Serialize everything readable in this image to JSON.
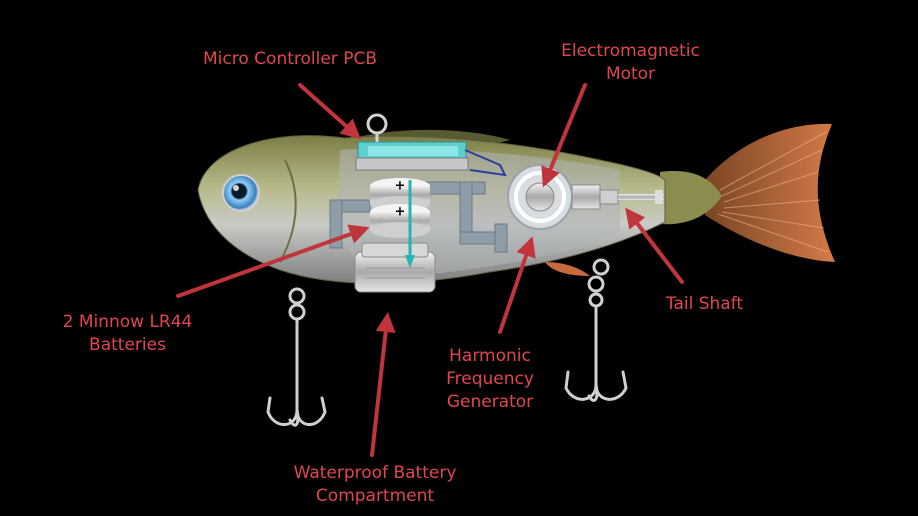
{
  "colors": {
    "background": "#000000",
    "label_text": "#e0474d",
    "arrow": "#c0353b",
    "fish_body": "#b9bdbb",
    "fish_back": "#8a8c55",
    "tail_fin": "#c86a3e",
    "eye_iris": "#5aa9e0",
    "pcb_board": "#55c8c8"
  },
  "labels": {
    "pcb": "Micro Controller PCB",
    "motor": "Electromagnetic\nMotor",
    "batteries": "2 Minnow LR44\nBatteries",
    "tail_shaft": "Tail Shaft",
    "harmonic": "Harmonic\nFrequency\nGenerator",
    "compartment": "Waterproof Battery\nCompartment"
  },
  "battery_symbol": "+"
}
